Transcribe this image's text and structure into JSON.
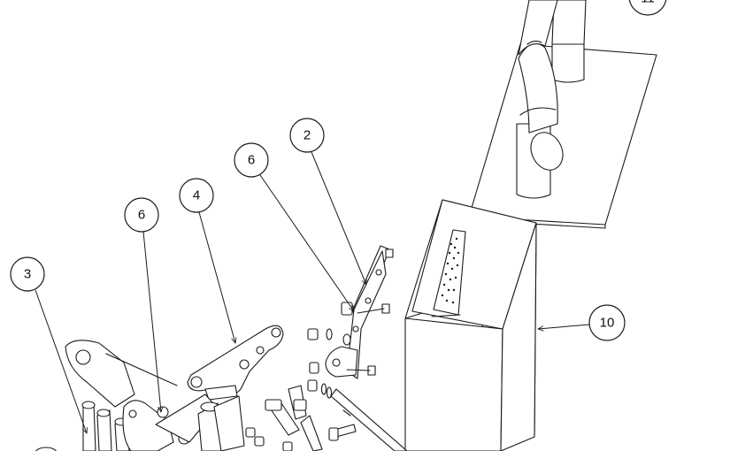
{
  "callouts": [
    {
      "id": "c3",
      "label": "3"
    },
    {
      "id": "c6a",
      "label": "6"
    },
    {
      "id": "c4",
      "label": "4"
    },
    {
      "id": "c6b",
      "label": "6"
    },
    {
      "id": "c2",
      "label": "2"
    },
    {
      "id": "c10",
      "label": "10"
    },
    {
      "id": "c11",
      "label": "11"
    }
  ],
  "colors": {
    "line": "#1a1a1a",
    "background": "#ffffff"
  }
}
